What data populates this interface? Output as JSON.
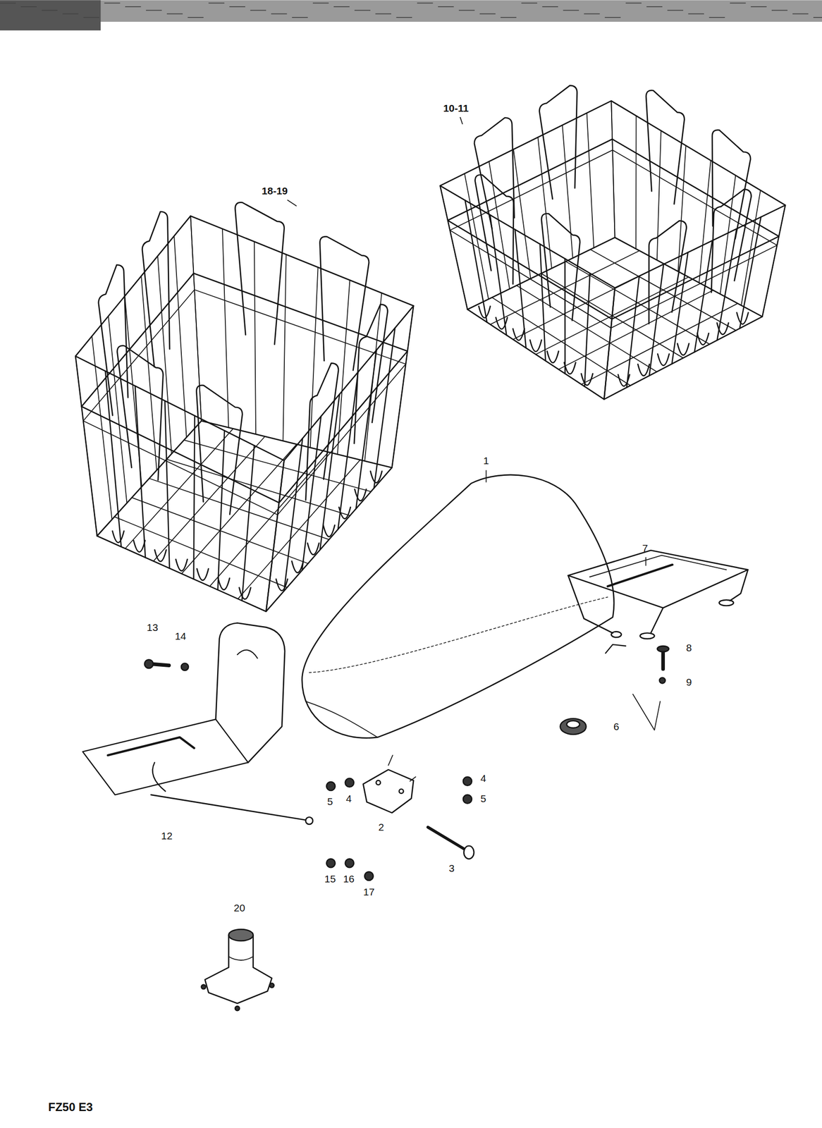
{
  "diagram": {
    "labels": [
      "10-11",
      "18-19",
      "1",
      "7",
      "13",
      "14",
      "8",
      "9",
      "6",
      "5",
      "4",
      "4",
      "5",
      "2",
      "12",
      "3",
      "15",
      "16",
      "17",
      "20",
      "FZ50 E3"
    ]
  }
}
